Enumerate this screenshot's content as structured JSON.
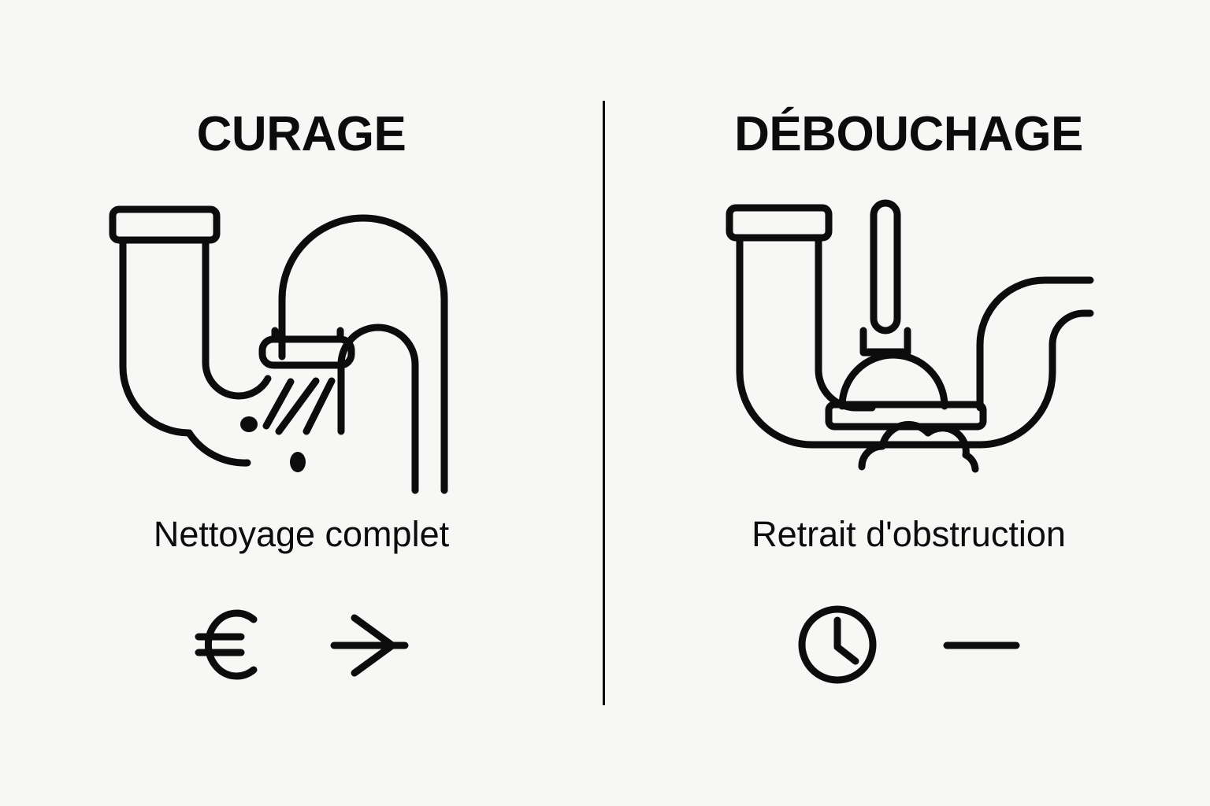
{
  "background_color": "#f7f7f5",
  "ink_color": "#0c0c0c",
  "divider": {
    "name": "vertical-divider",
    "color": "#0c0c0c"
  },
  "panels": [
    {
      "id": "curage",
      "title": "CURAGE",
      "caption": "Nettoyage complet",
      "illustration": {
        "name": "pipe-cleaning-illustration",
        "description": "P-trap drain pipe with top flange, U-bend, and a high pressure spray nozzle with flange emitting water jets and droplets",
        "parts": [
          "pipe-top-flange",
          "pipe-u-bend",
          "nozzle-flange",
          "spray-jets",
          "water-droplets",
          "outlet-arc-pipe"
        ]
      },
      "meta_icons": [
        {
          "name": "euro-icon",
          "glyph": "€",
          "label": "euro"
        },
        {
          "name": "arrow-right-icon",
          "glyph": "→",
          "label": "arrow-right"
        }
      ]
    },
    {
      "id": "debouchage",
      "title": "DÉBOUCHAGE",
      "caption": "Retrait d'obstruction",
      "illustration": {
        "name": "pipe-unclogging-illustration",
        "description": "P-trap drain pipe with top flange, a plunger standing on the pipe and a clog blockage blob inside the bend",
        "parts": [
          "pipe-top-flange",
          "pipe-u-bend",
          "plunger-handle",
          "plunger-collar",
          "plunger-cup",
          "plunger-base",
          "clog-blob",
          "outlet-s-pipes"
        ]
      },
      "meta_icons": [
        {
          "name": "clock-icon",
          "glyph": "🕐",
          "label": "clock"
        },
        {
          "name": "dash-icon",
          "glyph": "—",
          "label": "dash"
        }
      ]
    }
  ]
}
